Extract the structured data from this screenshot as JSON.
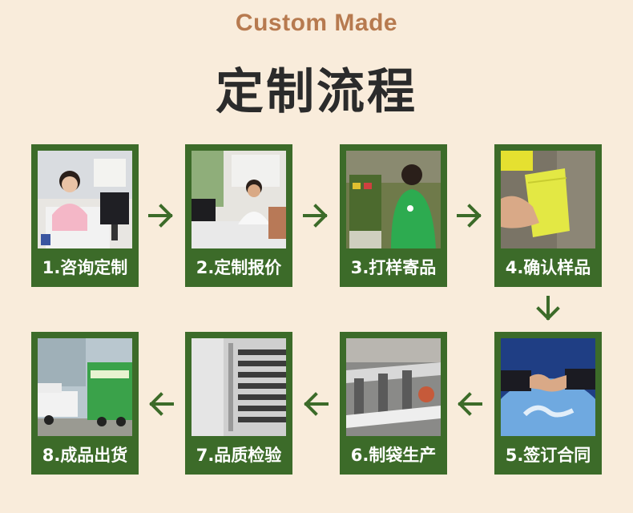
{
  "header": {
    "subtitle": "Custom Made",
    "title": "定制流程"
  },
  "steps": [
    {
      "label": "1.咨询定制",
      "icon": "consultation-photo-icon"
    },
    {
      "label": "2.定制报价",
      "icon": "quotation-photo-icon"
    },
    {
      "label": "3.打样寄品",
      "icon": "sampling-photo-icon"
    },
    {
      "label": "4.确认样品",
      "icon": "sample-confirm-photo-icon"
    },
    {
      "label": "5.签订合同",
      "icon": "handshake-photo-icon"
    },
    {
      "label": "6.制袋生产",
      "icon": "production-photo-icon"
    },
    {
      "label": "7.品质检验",
      "icon": "inspection-photo-icon"
    },
    {
      "label": "8.成品出货",
      "icon": "delivery-truck-photo-icon"
    }
  ],
  "colors": {
    "background": "#f9ecdb",
    "card": "#3c6b29",
    "arrow": "#3c6b29",
    "subtitle": "#b77a4f",
    "title": "#2b2b2b"
  }
}
